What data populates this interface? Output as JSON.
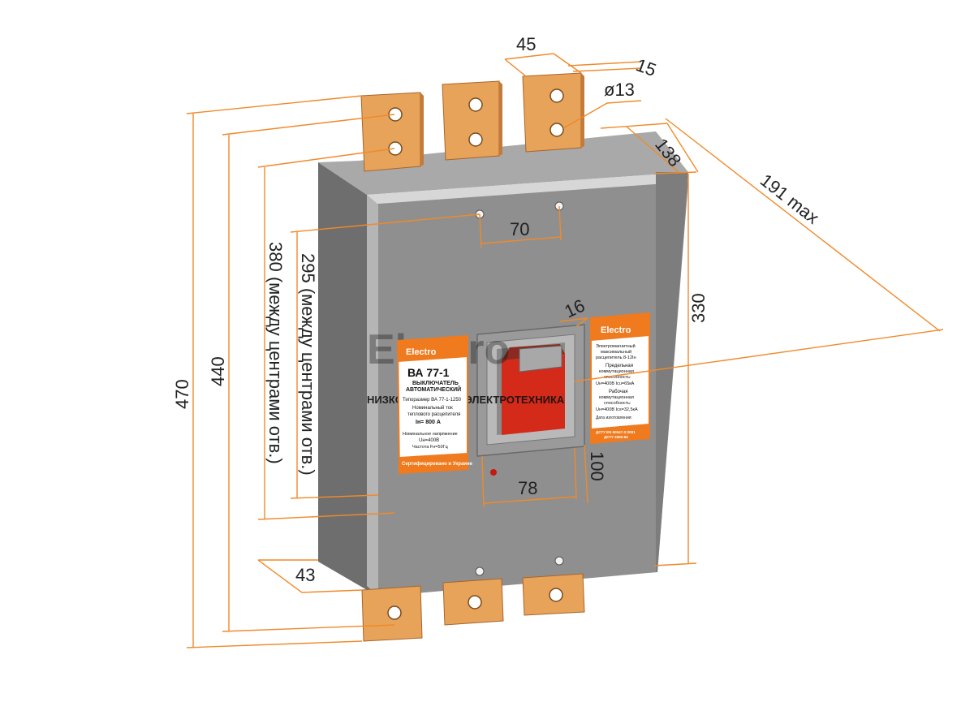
{
  "colors": {
    "dimension_line": "#f08a2a",
    "body_front": "#8f8f8f",
    "body_side": "#6e6e6e",
    "body_top": "#a9a9a9",
    "copper": "#e8a35a",
    "handle": "#d42a1a",
    "brand_orange": "#f07a1e"
  },
  "dimensions": {
    "d45": "45",
    "d15": "15",
    "d13": "ø13",
    "d138": "138",
    "d191": "191 max",
    "d70": "70",
    "d16": "16",
    "d330": "330",
    "d78": "78",
    "d100": "100",
    "d43": "43",
    "d470": "470",
    "d440": "440",
    "d380": "380 (между центрами отв.)",
    "d295": "295 (между центрами отв.)"
  },
  "left_label": {
    "brand": "Electro",
    "model": "ВА 77-1",
    "title_line1": "ВЫКЛЮЧАТЕЛЬ",
    "title_line2": "АВТОМАТИЧЕСКИЙ",
    "size_line": "Типоразмер ВА 77-1-1250",
    "current_line1": "Номинальный ток",
    "current_line2": "теплового расцепителя",
    "current_value": "Iн= 800 А",
    "voltage_line1": "Номинальное напряжение",
    "voltage_value": "Uн=400В",
    "frequency": "Частота Fн=50Гц",
    "cert": "Сертифицировано в Украине"
  },
  "right_label": {
    "brand": "Electro",
    "line1": "Электромагнитный",
    "line2": "максимальный",
    "line3": "расцепитель 8-12Iн",
    "line4": "Предельная",
    "line5": "коммутационная",
    "line6": "способность:",
    "line7": "Uн=400В  Icu=65кА",
    "line8": "Рабочая",
    "line9": "коммутационная",
    "line10": "способность:",
    "line11": "Uн=400В  Ics=32,5кА",
    "line12": "Дата изготовления:",
    "line13": "ДСТУ EN 60947-2:2001",
    "line14": "ДСТУ 2656-94"
  },
  "watermark": {
    "brand": "Electro",
    "tagline": "НИЗКОВОЛЬТНАЯ ЭЛЕКТРОТЕХНИКА"
  }
}
